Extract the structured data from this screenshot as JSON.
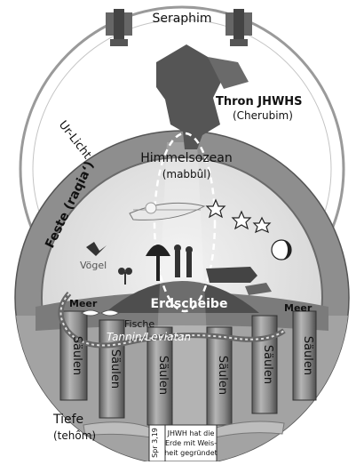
{
  "labels": {
    "seraphim": "Seraphim",
    "throne_title": "Thron JHWHS",
    "throne_sub": "(Cherubim)",
    "urlicht": "Ur-Licht",
    "himmelsozean": "Himmelsozean",
    "mabbul": "(mabbûl)",
    "feste": "Feste (raqia‘)",
    "voegel": "Vögel",
    "meer_left": "Meer",
    "meer_right": "Meer",
    "erdscheibe": "Erdscheibe",
    "fische": "Fische",
    "tannin": "Tannin/Leviatan",
    "tiefe": "Tiefe",
    "tehom": "(tehôm)",
    "column_label": "Säulen",
    "scroll_ref": "Spr 3,19",
    "scroll_line1": "JHWH hat die",
    "scroll_line2": "Erde mit Weis-",
    "scroll_line3": "heit gegründet"
  },
  "colors": {
    "sky_ring": "#8e8e8e",
    "upper_sky": "#dcdcdc",
    "column": "#8a8a8a",
    "depths": "#a9a9a9",
    "earth": "#5a5a5a",
    "outline": "#333333"
  }
}
